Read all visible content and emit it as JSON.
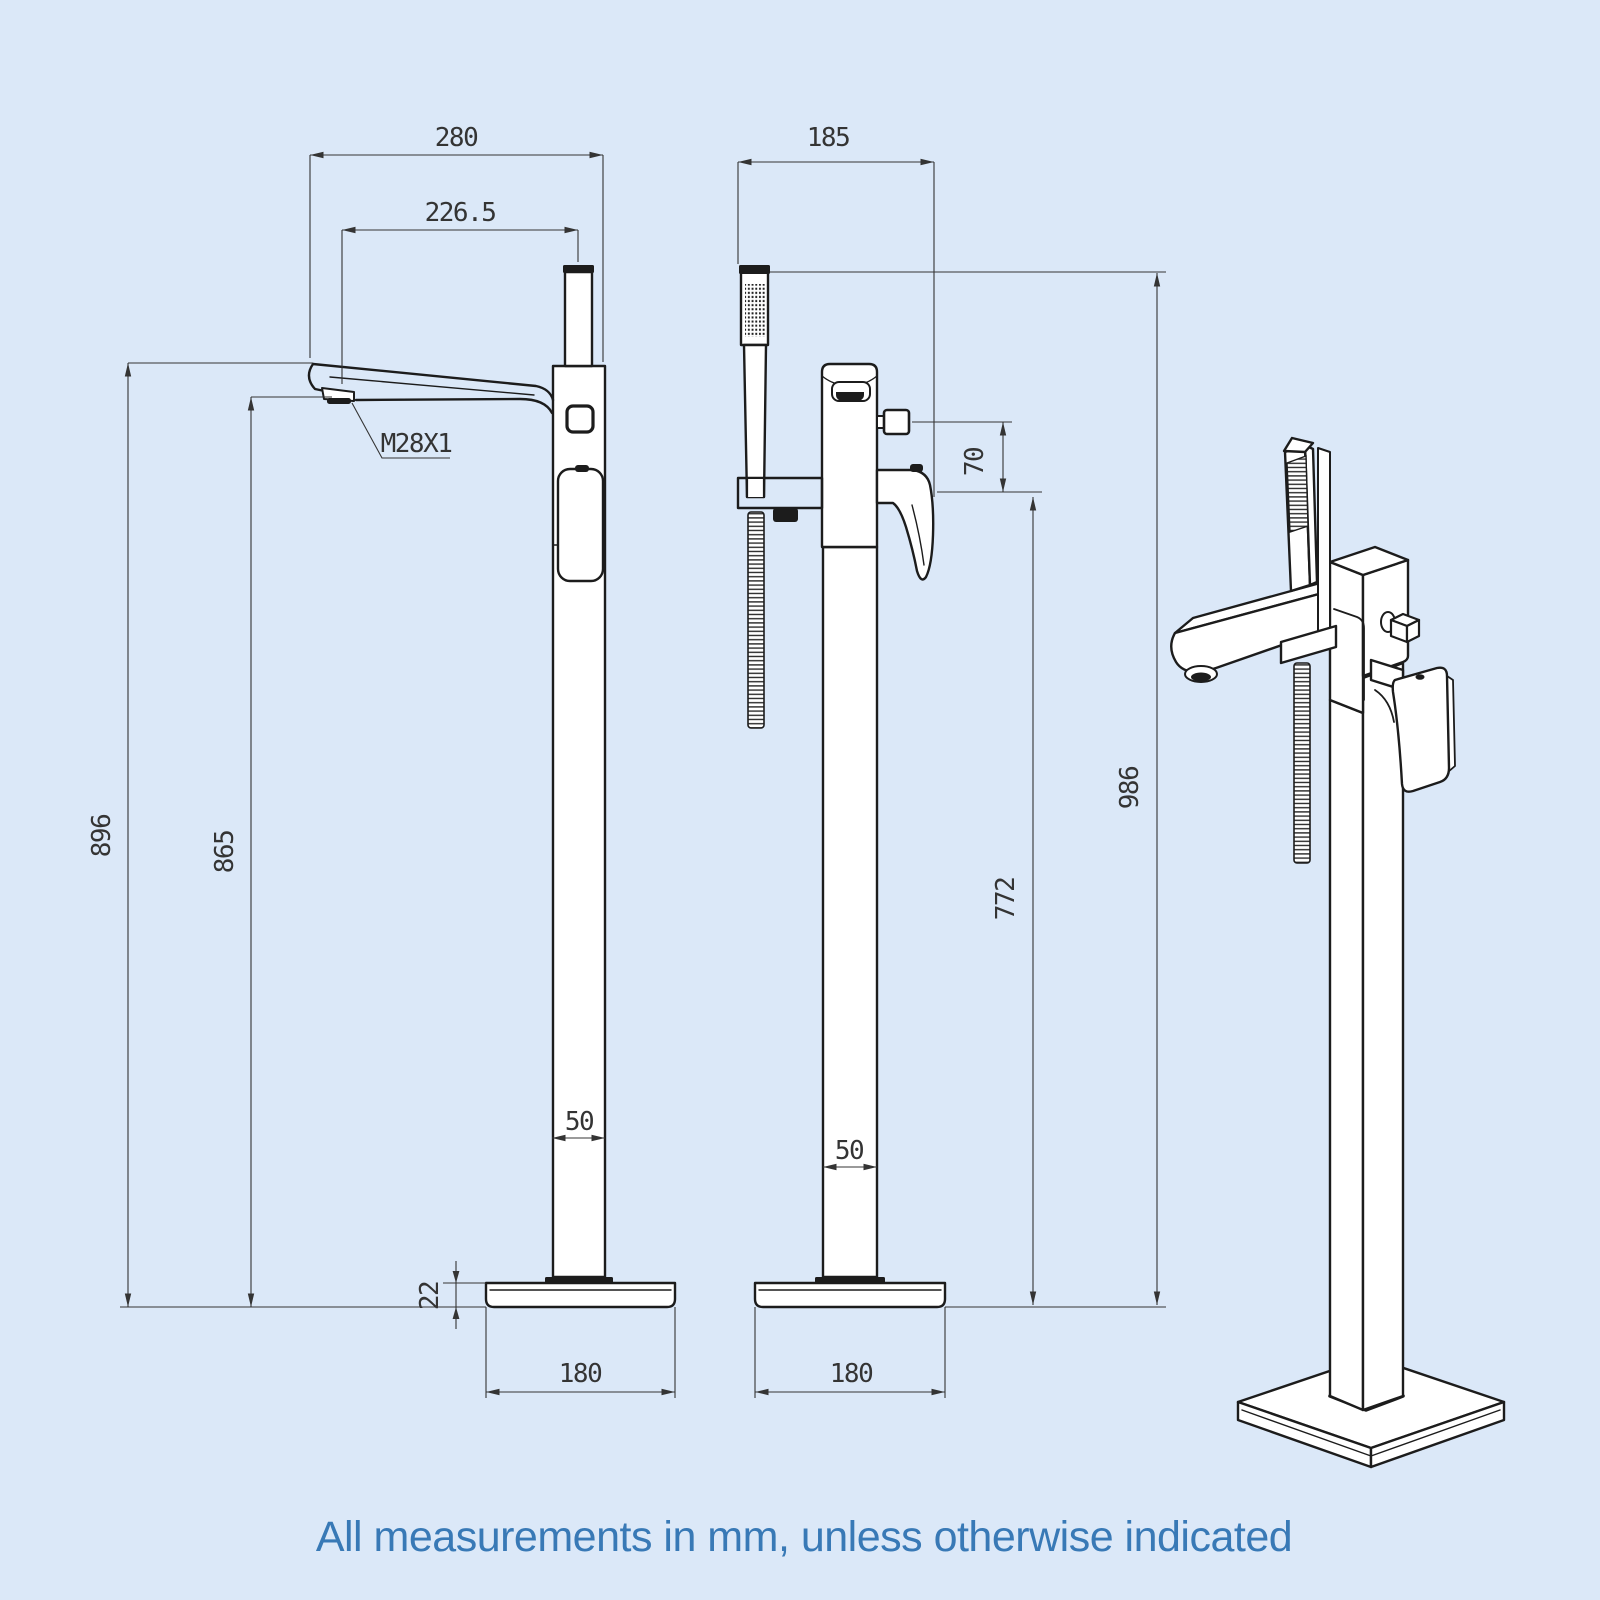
{
  "note": {
    "text": "All measurements in mm, unless otherwise indicated"
  },
  "colors": {
    "background": "#dbe8f8",
    "line": "#1c1c1c",
    "dimension": "#343434",
    "note_text": "#3879b6"
  },
  "drawing": {
    "title": "freestanding-bath-shower-mixer-tap-dimensions",
    "front_view": {
      "spout_reach": "280",
      "outlet_reach": "226.5",
      "overall_height": "896",
      "outlet_height": "865",
      "thread": "M28X1",
      "column_width": "50",
      "base_thickness": "22",
      "base_width": "180"
    },
    "side_view": {
      "depth": "185",
      "diverter_drop": "70",
      "overall_height": "986",
      "handle_drop": "772",
      "column_width": "50",
      "base_width": "180"
    }
  }
}
